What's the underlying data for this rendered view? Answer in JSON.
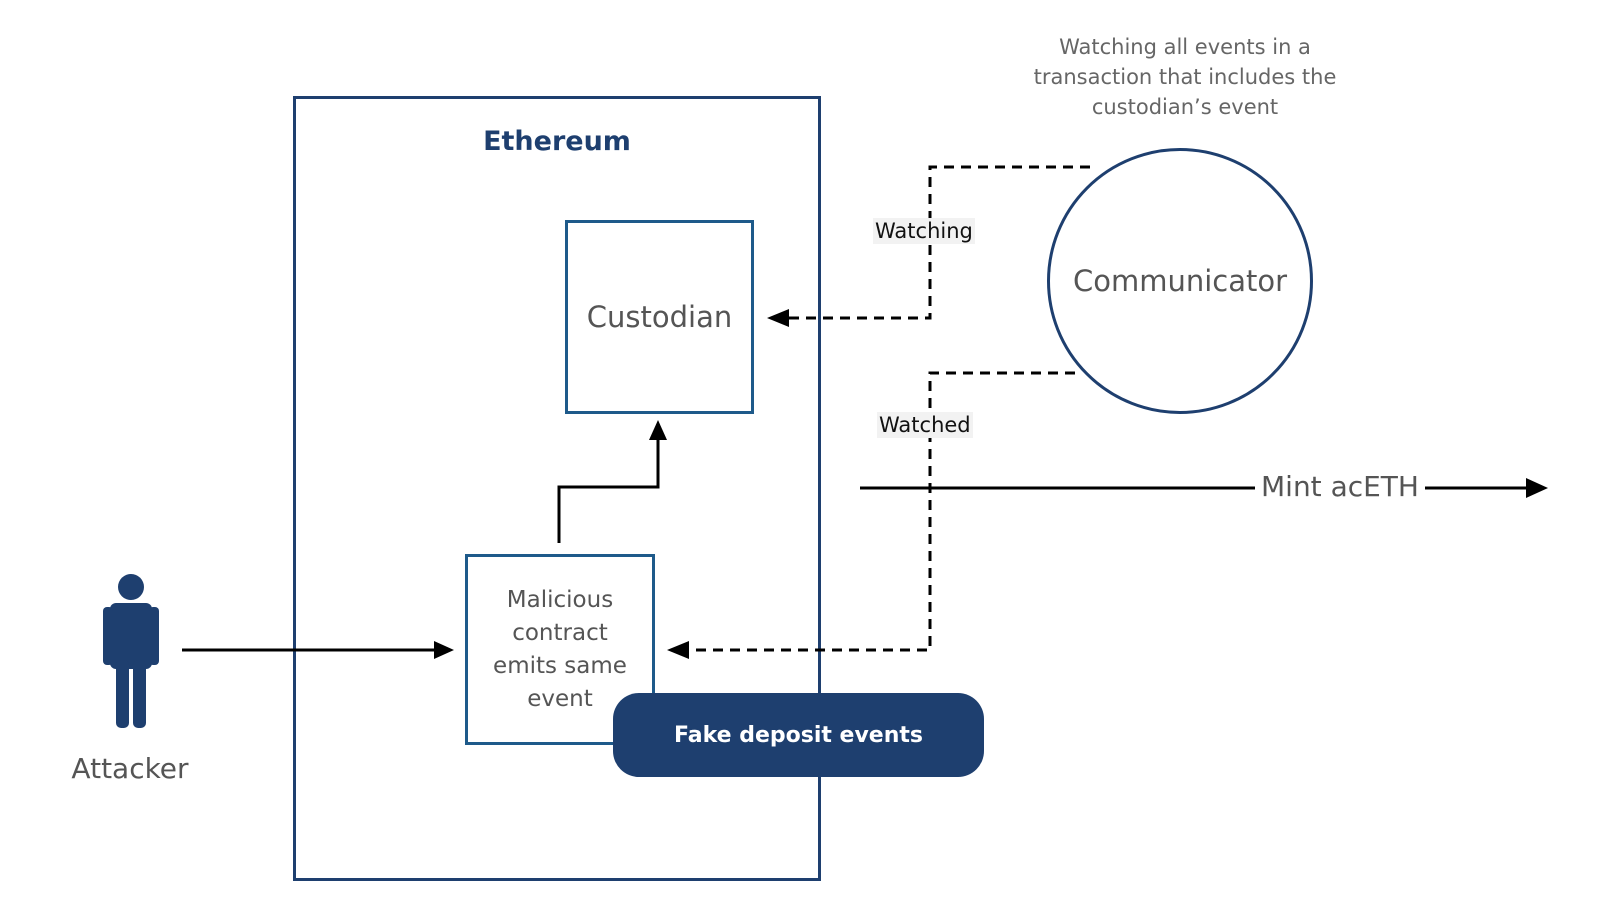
{
  "diagram": {
    "title": "Ethereum",
    "nodes": {
      "custodian": "Custodian",
      "malicious_contract": "Malicious\ncontract\nemits same\nevent",
      "communicator": "Communicator",
      "attacker": "Attacker"
    },
    "note": "Watching all events in a\ntransaction that includes the\ncustodian’s event",
    "edge_labels": {
      "watching": "Watching",
      "watched": "Watched",
      "mint": "Mint acETH"
    },
    "badge": "Fake deposit events",
    "colors": {
      "primary_navy": "#1e3f6f",
      "box_border_blue": "#1e5a8a",
      "text_gray": "#555555",
      "arrow_black": "#000000"
    },
    "icons": {
      "attacker": "person-icon"
    }
  }
}
